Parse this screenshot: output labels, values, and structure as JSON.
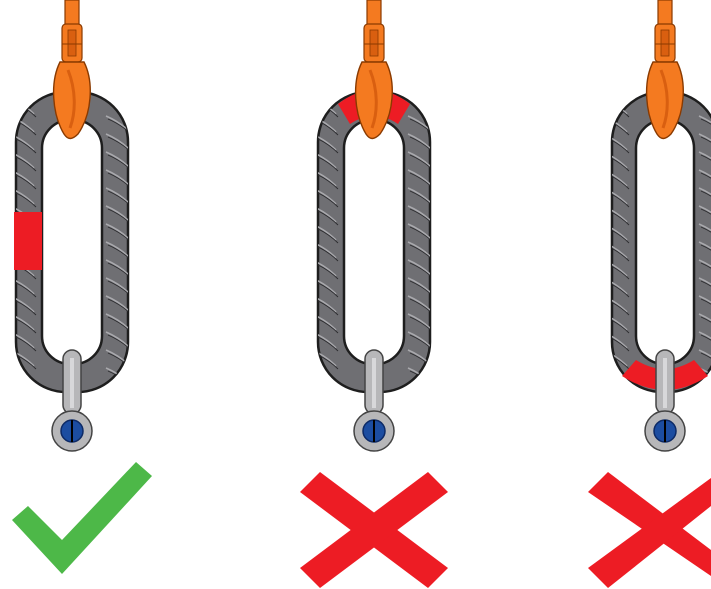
{
  "diagram": {
    "panels": [
      {
        "id": "correct",
        "damage_zone": "straight-side",
        "verdict": "correct",
        "verdict_icon": "checkmark-icon"
      },
      {
        "id": "wrong-hook",
        "damage_zone": "hook-contact",
        "verdict": "incorrect",
        "verdict_icon": "x-mark-icon"
      },
      {
        "id": "wrong-shackle",
        "damage_zone": "shackle-contact",
        "verdict": "incorrect",
        "verdict_icon": "x-mark-icon"
      }
    ],
    "colors": {
      "rope": "#6f6f73",
      "rope_outline": "#1e1e1e",
      "strand_line": "#a9a9ad",
      "hook": "#f47a20",
      "hook_shade": "#d95f10",
      "shackle": "#b7b7b9",
      "shackle_outline": "#444444",
      "shackle_pin": "#1c4da1",
      "damage": "#ed1c24",
      "check": "#4db848",
      "cross": "#ed1c24"
    }
  }
}
